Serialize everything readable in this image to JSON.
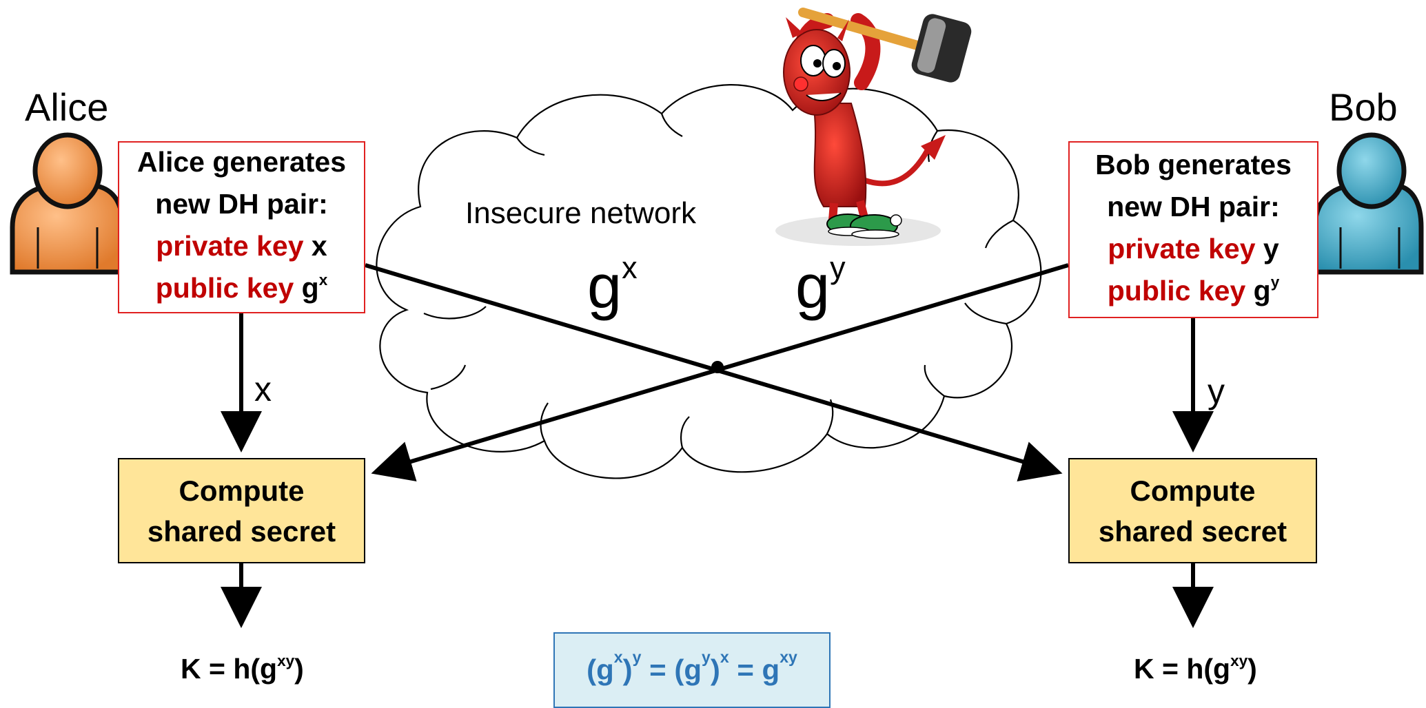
{
  "alice": {
    "name": "Alice",
    "box_line1": "Alice generates",
    "box_line2": "new DH pair:",
    "private_label": "private key",
    "private_var": "x",
    "public_label": "public key",
    "public_base": "g",
    "public_exp": "x",
    "arrow_label": "x",
    "compute_line1": "Compute",
    "compute_line2": "shared secret",
    "result_prefix": "K = h(g",
    "result_exp": "xy",
    "result_suffix": ")"
  },
  "bob": {
    "name": "Bob",
    "box_line1": "Bob generates",
    "box_line2": "new DH pair:",
    "private_label": "private key",
    "private_var": "y",
    "public_label": "public key",
    "public_base": "g",
    "public_exp": "y",
    "arrow_label": "y",
    "compute_line1": "Compute",
    "compute_line2": "shared secret",
    "result_prefix": "K = h(g",
    "result_exp": "xy",
    "result_suffix": ")"
  },
  "network": {
    "label": "Insecure network",
    "msg_from_alice_base": "g",
    "msg_from_alice_exp": "x",
    "msg_from_bob_base": "g",
    "msg_from_bob_exp": "y"
  },
  "equation": {
    "p1_open": "(g",
    "p1_exp": "x",
    "p1_close": ")",
    "p1_outer": "y",
    "eq1": " = ",
    "p2_open": "(g",
    "p2_exp": "y",
    "p2_close": ")",
    "p2_outer": "x",
    "eq2": " = ",
    "rhs_base": "g",
    "rhs_exp": "xy"
  },
  "colors": {
    "private_public_text": "#c00000",
    "key_box_border": "#e02020",
    "compute_fill": "#ffe599",
    "equation_text": "#2e75b6",
    "equation_fill": "#dbeef4",
    "alice_person": "#f0954a",
    "bob_person": "#3aa7c4",
    "attacker": "#d42020"
  },
  "icons": {
    "alice": "person-icon",
    "bob": "person-icon",
    "attacker": "devil-with-hammer-icon",
    "network": "cloud-icon"
  }
}
